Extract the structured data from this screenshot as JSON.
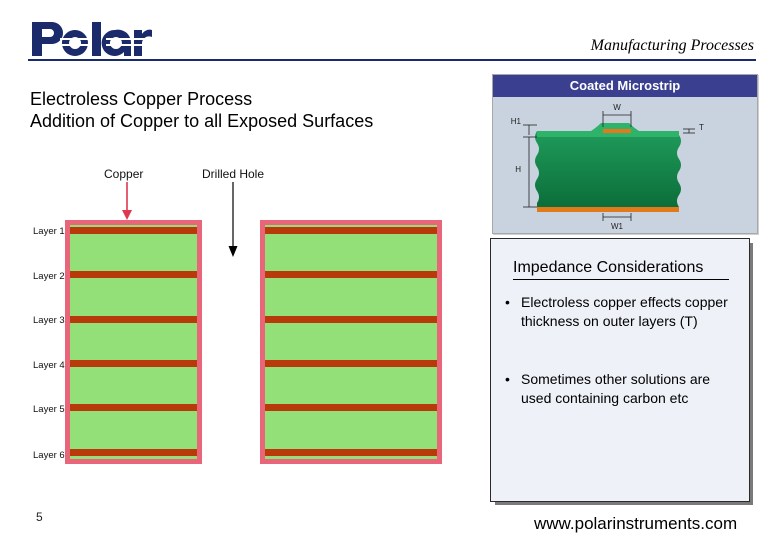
{
  "header": {
    "title": "Manufacturing Processes"
  },
  "slide": {
    "title_line1": "Electroless Copper Process",
    "title_line2": "Addition of Copper to all Exposed Surfaces",
    "label_copper": "Copper",
    "label_drilled_hole": "Drilled Hole"
  },
  "stackup": {
    "layers": [
      "Layer 1",
      "Layer 2",
      "Layer 3",
      "Layer 4",
      "Layer 5",
      "Layer 6"
    ],
    "colors": {
      "plating": "#e8657a",
      "dielectric": "#93df78",
      "copper": "#b83a0a"
    }
  },
  "figure": {
    "title": "Coated Microstrip",
    "labels": {
      "w": "W",
      "h1": "H1",
      "t": "T",
      "h": "H",
      "w1": "W1"
    }
  },
  "impedance": {
    "heading": "Impedance Considerations",
    "bullets": [
      "Electroless copper effects copper thickness on outer layers (T)",
      "Sometimes other solutions are used containing carbon etc"
    ]
  },
  "footer": {
    "page_number": "5",
    "url": "www.polarinstruments.com"
  }
}
